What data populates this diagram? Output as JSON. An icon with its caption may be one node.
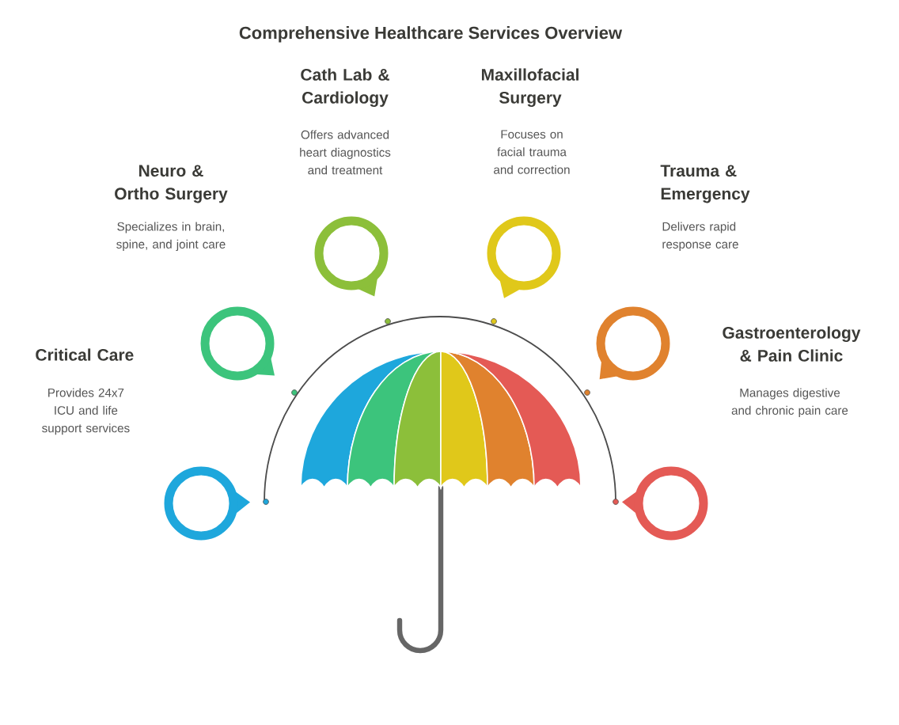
{
  "diagram": {
    "title": "Comprehensive Healthcare Services Overview",
    "nodes": [
      {
        "text": [],
        "shape": "circle",
        "beside": [
          "Critical Care",
          "Provides 24x7 ICU and life support services"
        ]
      },
      {
        "text": [],
        "shape": "circle",
        "beside": [
          "Neuro & Ortho Surgery",
          "Specializes in brain, spine, and joint care"
        ]
      },
      {
        "text": [],
        "shape": "circle",
        "beside": [
          "Cath Lab & Cardiology",
          "Offers advanced heart diagnostics and treatment"
        ]
      },
      {
        "text": [],
        "shape": "circle",
        "beside": [
          "Maxillofacial Surgery",
          "Focuses on facial trauma and correction"
        ]
      },
      {
        "text": [],
        "shape": "circle",
        "beside": [
          "Trauma & Emergency",
          "Delivers rapid response care"
        ]
      },
      {
        "text": [],
        "shape": "circle",
        "beside": [
          "Gastroenterology & Pain Clinic",
          "Manages digestive and chronic pain care"
        ]
      }
    ]
  }
}
